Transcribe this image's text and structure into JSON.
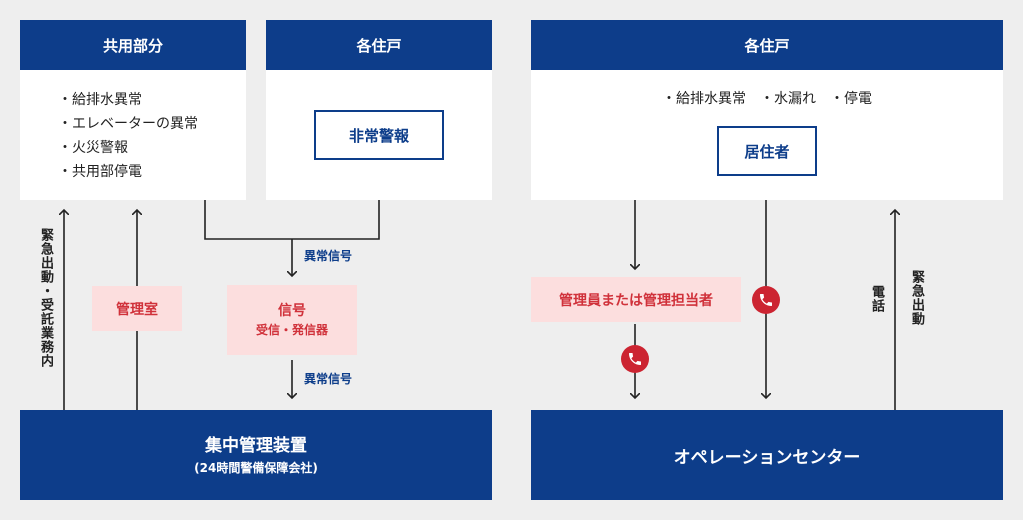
{
  "left": {
    "common_header": "共用部分",
    "common_items": [
      "給排水異常",
      "エレベーターの異常",
      "火災警報",
      "共用部停電"
    ],
    "unit_header": "各住戸",
    "unit_box": "非常警報",
    "edge_label_1": "異常信号",
    "edge_label_2": "異常信号",
    "mgmt_room": "管理室",
    "signal_title": "信号",
    "signal_sub": "受信・発信器",
    "vertical_label": "緊急出動・受託業務内",
    "bottom_title": "集中管理装置",
    "bottom_sub": "(24時間警備保障会社)"
  },
  "right": {
    "unit_header": "各住戸",
    "issues": [
      "給排水異常",
      "水漏れ",
      "停電"
    ],
    "resident": "居住者",
    "manager": "管理員または管理担当者",
    "phone_label": "電話",
    "dispatch_label": "緊急出動",
    "bottom_title": "オペレーションセンター"
  },
  "colors": {
    "navy": "#0d3d8a",
    "pink": "#fcdede",
    "red": "#d0313a",
    "phone": "#cc2431"
  }
}
